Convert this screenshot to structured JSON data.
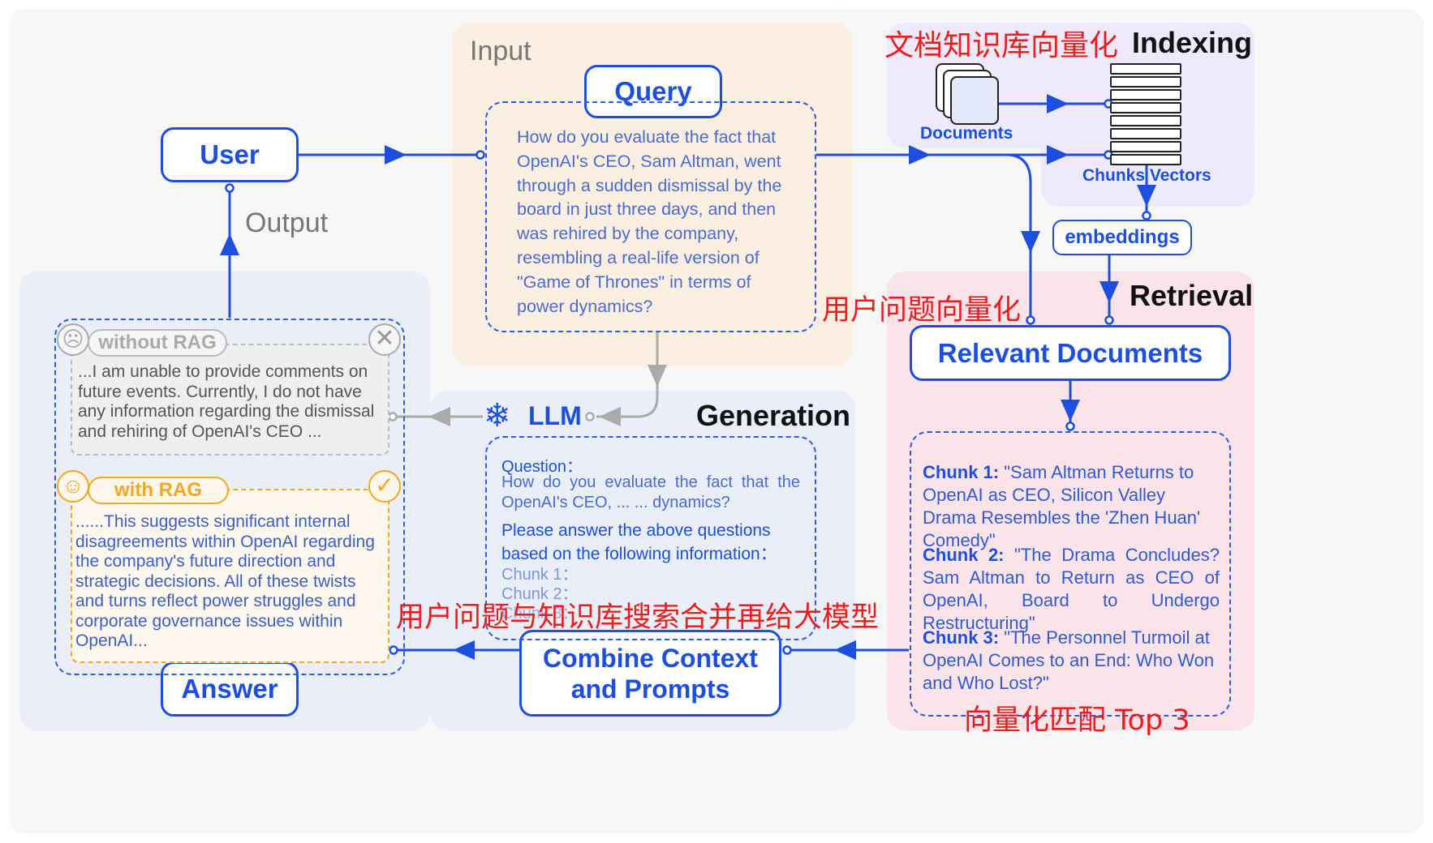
{
  "sections": {
    "input": "Input",
    "output": "Output",
    "indexing": "Indexing",
    "retrieval": "Retrieval",
    "generation": "Generation"
  },
  "nodes": {
    "user": "User",
    "query": "Query",
    "answer": "Answer",
    "llm": "LLM",
    "relevant_documents": "Relevant Documents",
    "combine_line1": "Combine Context",
    "combine_line2": "and Prompts",
    "documents": "Documents",
    "chunks_vectors": "Chunks Vectors",
    "embeddings": "embeddings"
  },
  "query_text": "How do you evaluate the fact that OpenAI's CEO, Sam Altman, went through a sudden dismissal by the board in just three days, and then was rehired by the company, resembling a real-life version of \"Game of Thrones\" in terms of power dynamics?",
  "without_rag": {
    "label": "without RAG",
    "text": "...I am unable to provide comments on future events. Currently, I do not have any information regarding the dismissal and rehiring of OpenAI's CEO ..."
  },
  "with_rag": {
    "label": "with RAG",
    "text": "......This suggests significant internal disagreements within OpenAI regarding the company's future direction and strategic decisions. All of these twists and turns reflect power struggles and corporate governance issues within OpenAI..."
  },
  "prompt": {
    "question_label": "Question：",
    "question_text": "How do you evaluate the fact that the OpenAI's CEO, ... ... dynamics?",
    "instruction_line1": "Please answer the above questions",
    "instruction_line2": "based on the following information：",
    "chunk1": "Chunk 1：",
    "chunk2": "Chunk 2：",
    "chunk3": "Chunk 3："
  },
  "chunks": [
    {
      "label": "Chunk 1:",
      "text": "\"Sam Altman Returns to OpenAI as CEO, Silicon Valley Drama Resembles the 'Zhen Huan' Comedy\""
    },
    {
      "label": "Chunk 2:",
      "text": "\"The Drama Concludes? Sam Altman to Return as CEO of OpenAI, Board to Undergo Restructuring\""
    },
    {
      "label": "Chunk 3:",
      "text": "\"The Personnel Turmoil at OpenAI Comes to an End: Who Won and Who Lost?\""
    }
  ],
  "annotations": {
    "kb_vectorize": "文档知识库向量化",
    "question_vectorize": "用户问题向量化",
    "merge_to_llm": "用户问题与知识库搜索合并再给大模型",
    "vector_match": "向量化匹配 Top 3"
  },
  "colors": {
    "accent": "#1c4fe0",
    "annotation": "#ef1c1c",
    "with_rag": "#f5a623",
    "without_rag": "#9a9a9a"
  }
}
